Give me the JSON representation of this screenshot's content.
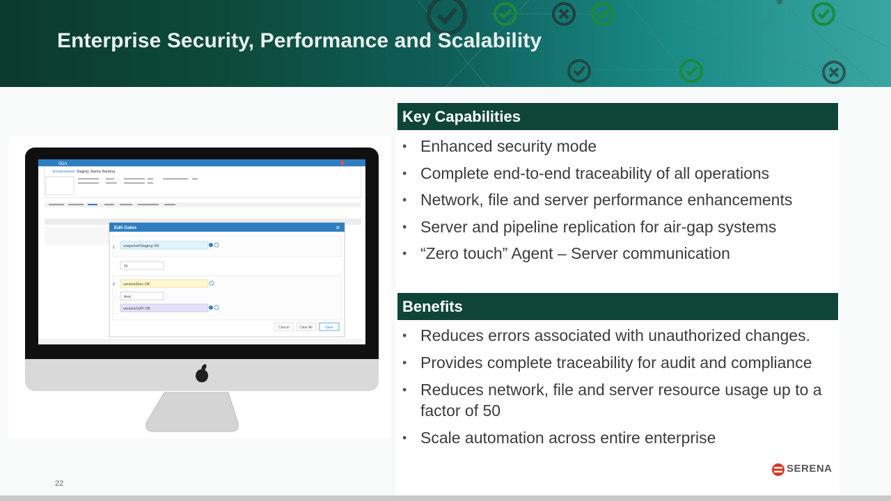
{
  "slide": {
    "title": "Enterprise Security, Performance and Scalability",
    "page_number": "22"
  },
  "key_capabilities": {
    "header": "Key Capabilities",
    "items": [
      "Enhanced security mode",
      "Complete end-to-end traceability of all operations",
      "Network, file and server performance enhancements",
      "Server and pipeline replication for air-gap systems",
      "“Zero touch” Agent – Server communication"
    ]
  },
  "benefits": {
    "header": "Benefits",
    "items": [
      "Reduces errors associated with unauthorized changes.",
      "Provides complete traceability for audit and compliance",
      "Reduces network, file and server resource usage up to a factor of 50",
      "Scale automation across entire enterprise"
    ]
  },
  "screen": {
    "app_name": "SDA",
    "environment_label": "Environment:",
    "environment_name": "Staging: Startus Banking",
    "dialog_title": "Edit Gates",
    "gate_1_number": "1",
    "gate_1_value": "snapshot/Staging OK",
    "or_label": "Or",
    "gate_2_number": "2",
    "gate_2a_value": "version/Dev OK",
    "and_label": "And",
    "gate_2b_value": "version/UAT OK",
    "cancel_label": "Cancel",
    "clear_all_label": "Clear All",
    "save_label": "Save"
  },
  "brand": {
    "logo_text": "SERENA",
    "header_color": "#0e4538",
    "accent_red": "#d9372b"
  },
  "icons": {
    "check_icon": "check-circle-icon",
    "cross_icon": "x-circle-icon",
    "close_icon": "close-icon",
    "plus_icon": "plus-circle-icon",
    "apple_icon": "apple-logo-icon"
  }
}
